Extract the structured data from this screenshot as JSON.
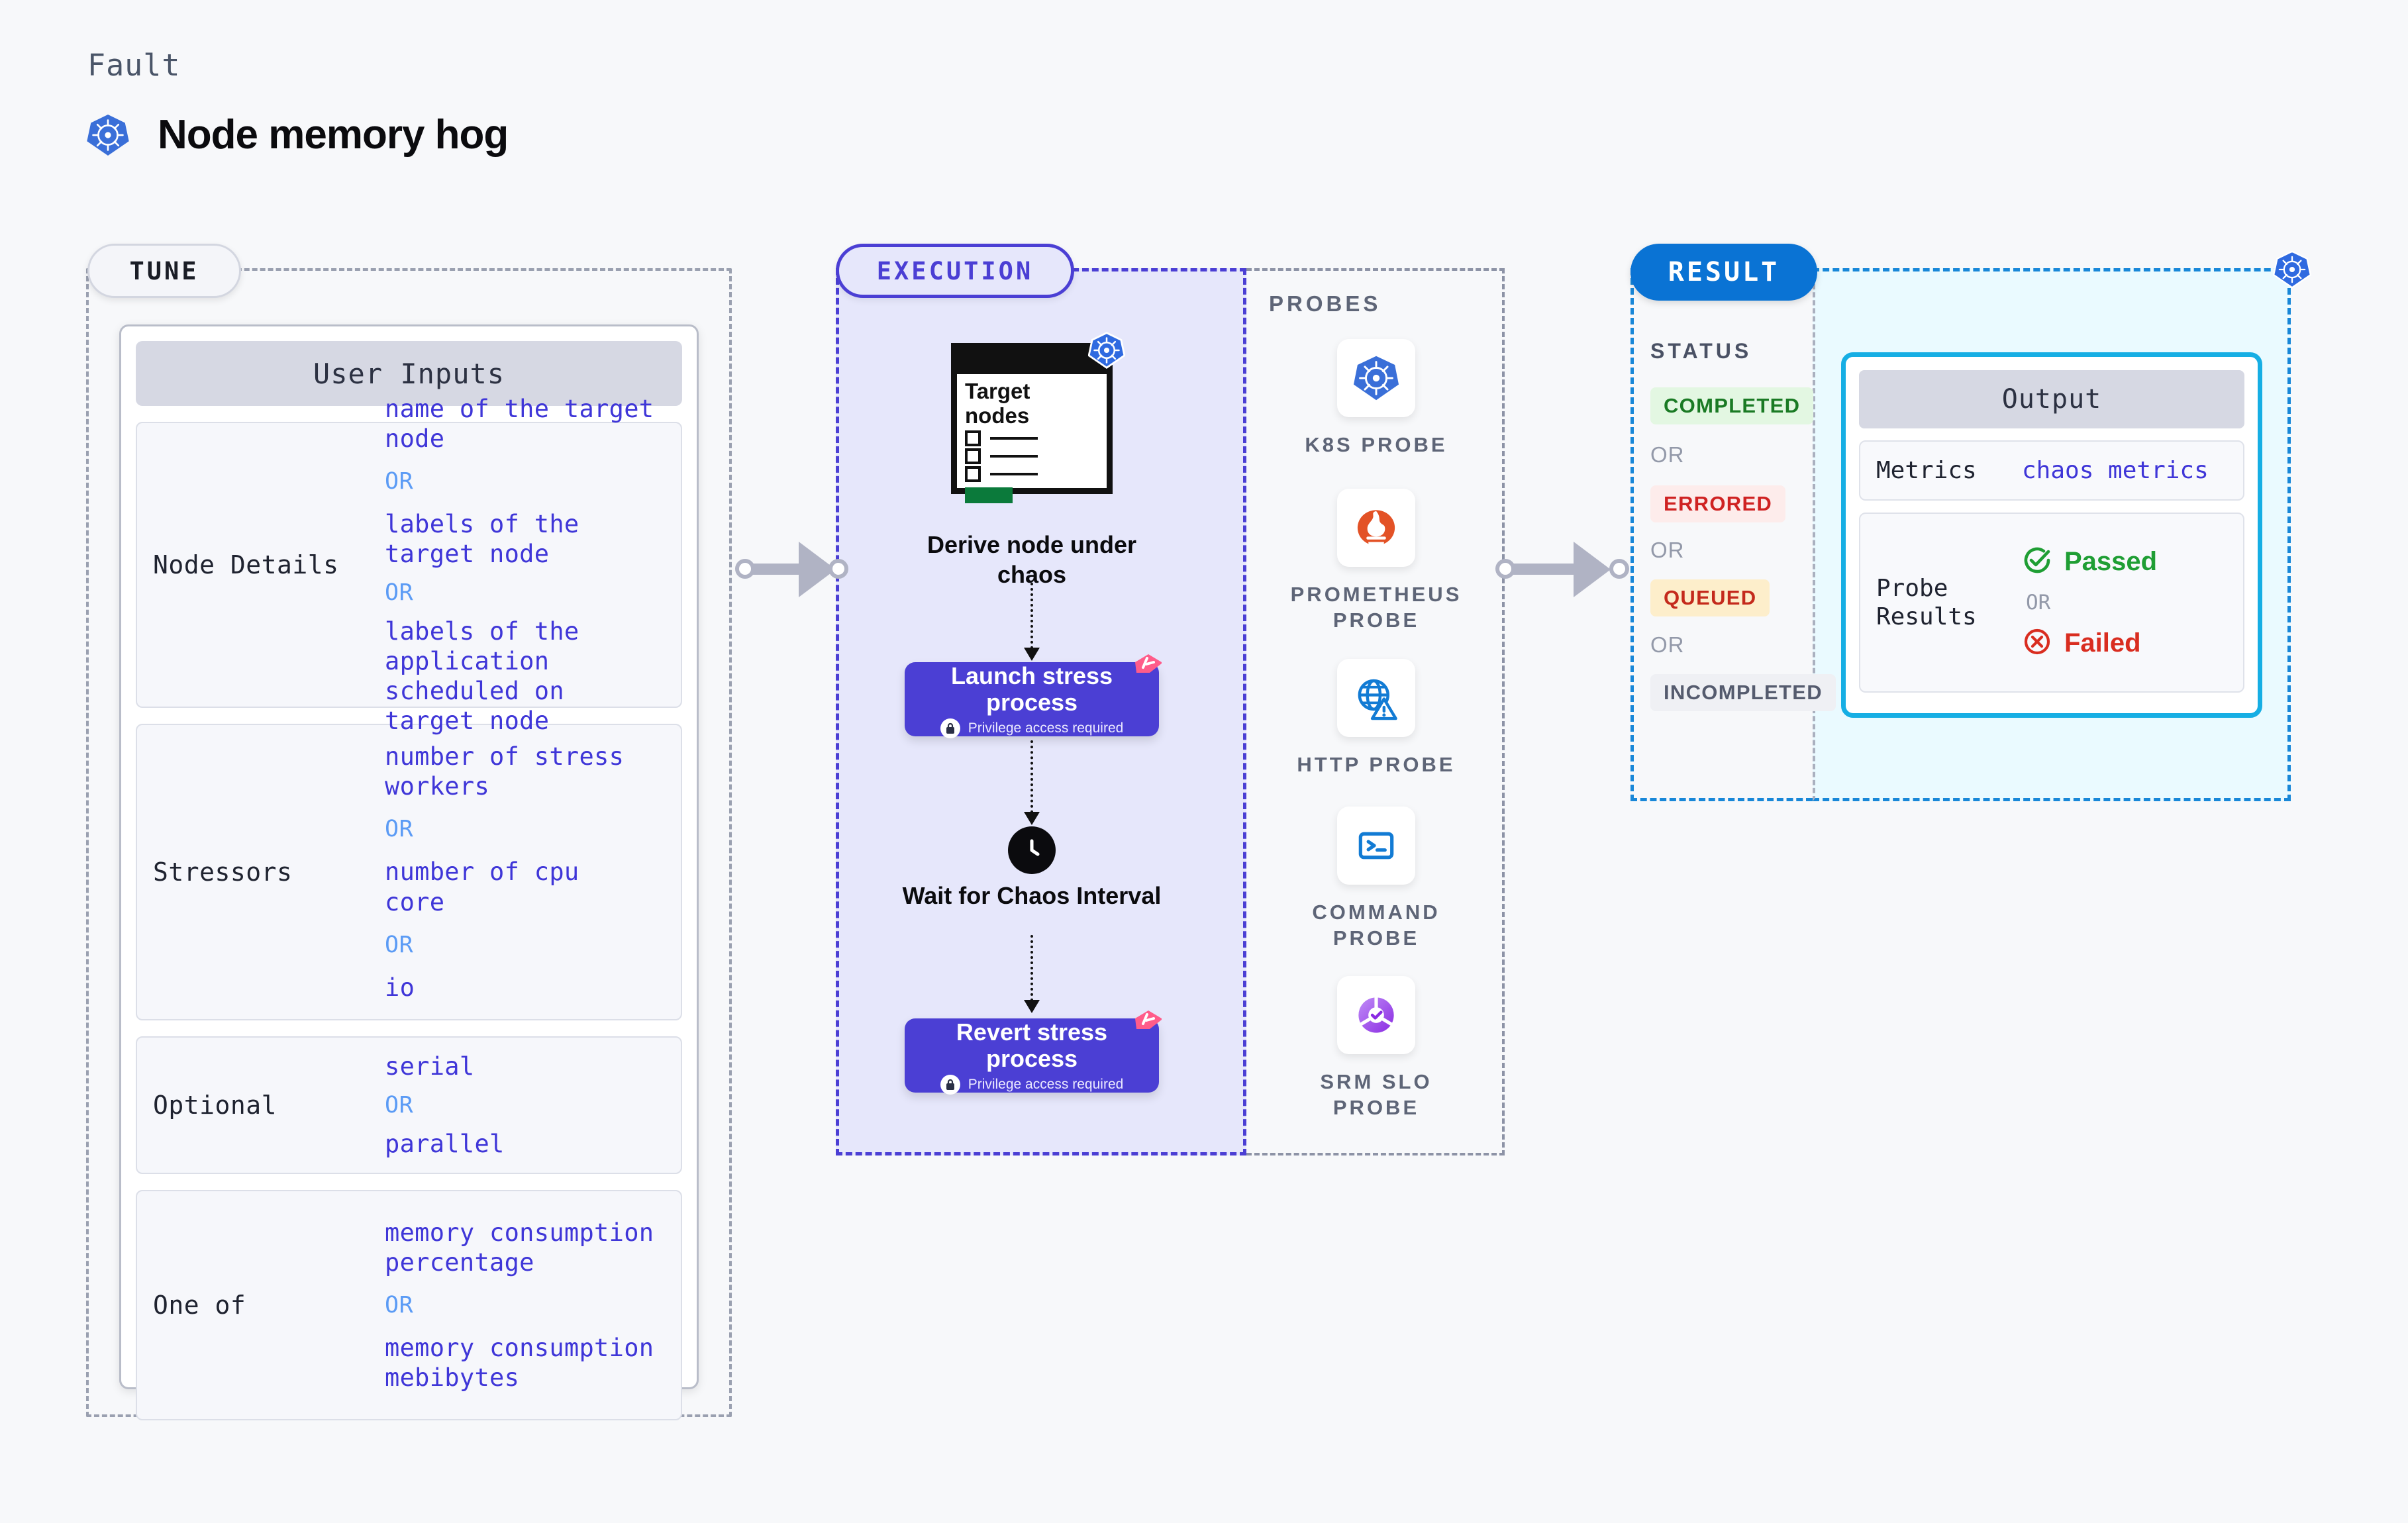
{
  "header": {
    "kicker": "Fault",
    "title": "Node memory hog",
    "icon": "kubernetes-icon"
  },
  "sections": {
    "tune": {
      "pill": "TUNE"
    },
    "execution": {
      "pill": "EXECUTION"
    },
    "result": {
      "pill": "RESULT"
    }
  },
  "tune": {
    "card_title": "User Inputs",
    "rows": [
      {
        "label": "Node Details",
        "values": [
          "name of the target node",
          "labels of the target node",
          "labels of the application\n scheduled on target node"
        ],
        "separator": "OR"
      },
      {
        "label": "Stressors",
        "values": [
          "number of stress workers",
          "number of cpu core",
          "io"
        ],
        "separator": "OR"
      },
      {
        "label": "Optional",
        "values": [
          "serial",
          "parallel"
        ],
        "separator": "OR"
      },
      {
        "label": "One of",
        "values": [
          "memory consumption percentage",
          "memory consumption mebibytes"
        ],
        "separator": "OR"
      }
    ],
    "node_details": {
      "label": "Node Details",
      "v1": "name of the target\nnode",
      "or1": "OR",
      "v2": "labels of the\ntarget node",
      "or2": "OR",
      "v3": "labels of the application\n scheduled on target node"
    },
    "stressors": {
      "label": "Stressors",
      "v1": "number of stress\nworkers",
      "or1": "OR",
      "v2": "number of cpu\ncore",
      "or2": "OR",
      "v3": "io"
    },
    "optional": {
      "label": "Optional",
      "v1": "serial",
      "or1": "OR",
      "v2": "parallel"
    },
    "oneof": {
      "label": "One of",
      "v1": "memory consumption\npercentage",
      "or1": "OR",
      "v2": "memory consumption\nmebibytes"
    }
  },
  "execution": {
    "target_card": {
      "title": "Target\nnodes",
      "icon": "kubernetes-icon"
    },
    "steps": [
      {
        "name": "derive-node",
        "label": "Derive node under chaos"
      },
      {
        "name": "launch-stress",
        "label": "Launch stress\nprocess",
        "sub": "Privilege access required",
        "icon": "lock-icon"
      },
      {
        "name": "wait-chaos",
        "label": "Wait for Chaos Interval",
        "icon": "clock-icon"
      },
      {
        "name": "revert-stress",
        "label": "Revert stress\nprocess",
        "sub": "Privilege access required",
        "icon": "lock-icon"
      }
    ],
    "derive_label": "Derive node under chaos",
    "launch_title_1": "Launch stress",
    "launch_title_2": "process",
    "launch_sub": "Privilege access required",
    "wait_label": "Wait for Chaos Interval",
    "revert_title_1": "Revert stress",
    "revert_title_2": "process",
    "revert_sub": "Privilege access required"
  },
  "probes": {
    "title": "PROBES",
    "items": [
      {
        "name": "k8s-probe",
        "label": "K8S PROBE",
        "icon": "kubernetes-icon"
      },
      {
        "name": "prometheus-probe",
        "label": "PROMETHEUS PROBE",
        "icon": "prometheus-icon"
      },
      {
        "name": "http-probe",
        "label": "HTTP PROBE",
        "icon": "globe-warning-icon"
      },
      {
        "name": "command-probe",
        "label": "COMMAND PROBE",
        "icon": "terminal-icon"
      },
      {
        "name": "srm-slo-probe",
        "label": "SRM SLO PROBE",
        "icon": "slo-gauge-icon"
      }
    ],
    "k8s_label": "K8S PROBE",
    "prometheus_label_1": "PROMETHEUS",
    "prometheus_label_2": "PROBE",
    "http_label": "HTTP PROBE",
    "command_label_1": "COMMAND",
    "command_label_2": "PROBE",
    "srm_label_1": "SRM SLO",
    "srm_label_2": "PROBE"
  },
  "result": {
    "status_title": "STATUS",
    "badges": [
      {
        "label": "COMPLETED",
        "color": "#1a7a24",
        "bg": "#e3f7e2"
      },
      {
        "label": "ERRORED",
        "color": "#cf2222",
        "bg": "#fdeceb"
      },
      {
        "label": "QUEUED",
        "color": "#c42a1c",
        "bg": "#fdeecb"
      },
      {
        "label": "INCOMPLETED",
        "color": "#555b6e",
        "bg": "#eff0f4"
      }
    ],
    "badge1": "COMPLETED",
    "badge2": "ERRORED",
    "badge3": "QUEUED",
    "badge4": "INCOMPLETED",
    "or": "OR"
  },
  "output": {
    "title": "Output",
    "metrics_label": "Metrics",
    "metrics_value": "chaos metrics",
    "probe_results_label": "Probe\nResults",
    "passed": "Passed",
    "failed": "Failed",
    "or": "OR"
  },
  "colors": {
    "accent_purple": "#4b3fd4",
    "accent_blue": "#0a73d4",
    "cyan": "#16aee4",
    "value_text": "#3f36d8",
    "or_text": "#5b9bf5",
    "k8s_blue": "#3a6fd8",
    "prometheus_orange": "#e35226",
    "pink": "#ff5c8a",
    "green": "#1a7a24",
    "red": "#d92d20"
  }
}
